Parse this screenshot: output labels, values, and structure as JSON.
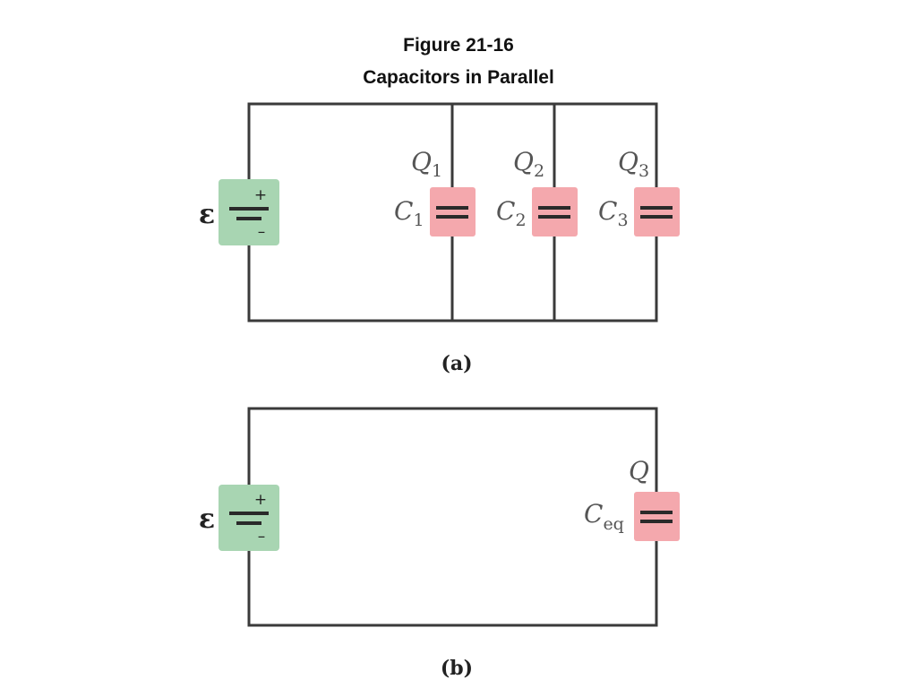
{
  "title": {
    "line1": "Figure 21-16",
    "line2": "Capacitors in Parallel"
  },
  "colors": {
    "battery_fill": "#a8d5b2",
    "capacitor_fill": "#f4a8ad",
    "wire": "#3a3a3a"
  },
  "circuit_a": {
    "label": "(a)",
    "emf_symbol": "ε",
    "battery_plus": "+",
    "battery_minus": "–",
    "capacitors": [
      {
        "charge": "Q",
        "charge_sub": "1",
        "cap": "C",
        "cap_sub": "1"
      },
      {
        "charge": "Q",
        "charge_sub": "2",
        "cap": "C",
        "cap_sub": "2"
      },
      {
        "charge": "Q",
        "charge_sub": "3",
        "cap": "C",
        "cap_sub": "3"
      }
    ]
  },
  "circuit_b": {
    "label": "(b)",
    "emf_symbol": "ε",
    "battery_plus": "+",
    "battery_minus": "–",
    "capacitor": {
      "charge": "Q",
      "cap": "C",
      "cap_sub": "eq"
    }
  }
}
